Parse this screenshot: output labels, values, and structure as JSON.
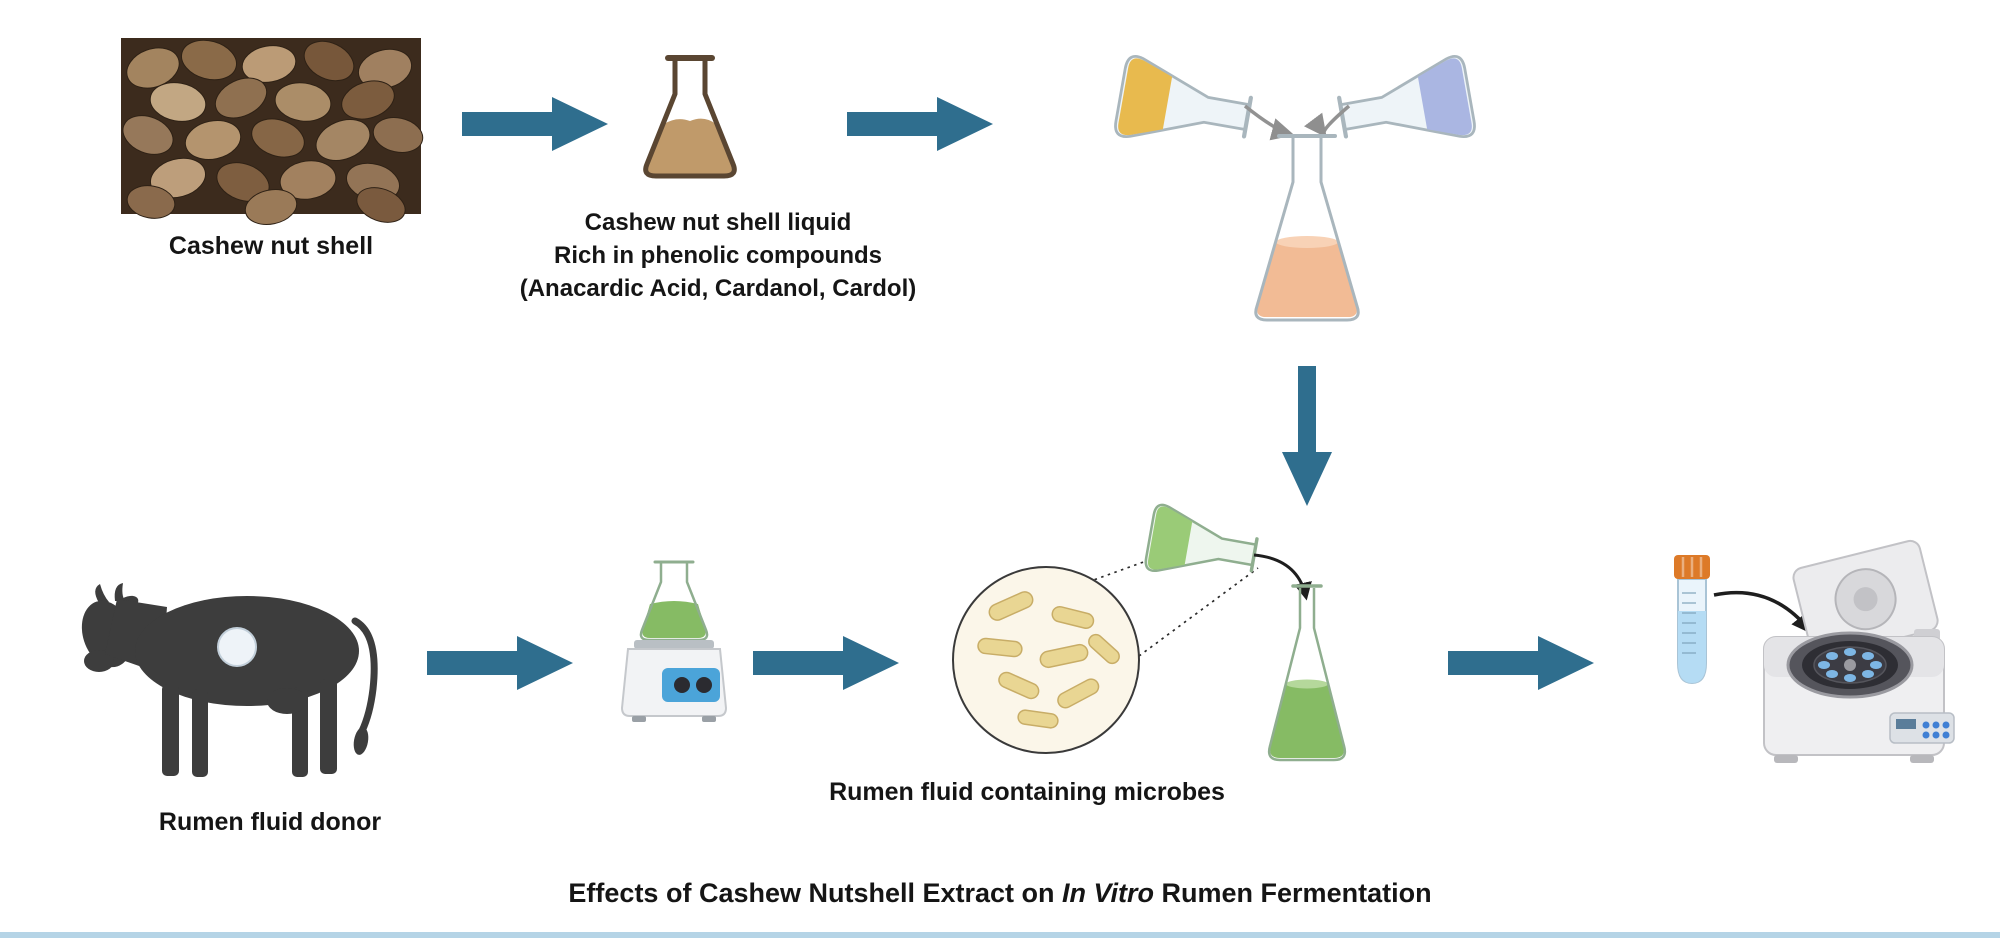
{
  "diagram": {
    "labels": {
      "cashew_photo": "Cashew nut shell",
      "cnsl_line1": "Cashew nut shell liquid",
      "cnsl_line2": "Rich in phenolic compounds",
      "cnsl_line3": "(Anacardic Acid, Cardanol, Cardol)",
      "rumen_donor": "Rumen fluid donor",
      "rumen_microbes": "Rumen fluid containing microbes"
    },
    "title": {
      "part1": "Effects of Cashew Nutshell Extract on ",
      "italic": "In Vitro",
      "part2": " Rumen Fermentation"
    },
    "colors": {
      "arrow": "#2f6e8e",
      "flask_outline": "#5a4632",
      "cnsl_powder": "#c09a6a",
      "yellow_liquid": "#e8ba4e",
      "blue_liquid": "#aab6e2",
      "orange_liquid": "#f2bb95",
      "green_liquid": "#86bb64",
      "green_liquid_light": "#9acb77",
      "cow_silhouette": "#3d3d3d",
      "microbe_rod": "#e9d693",
      "tube_cap": "#dd7a28"
    }
  }
}
